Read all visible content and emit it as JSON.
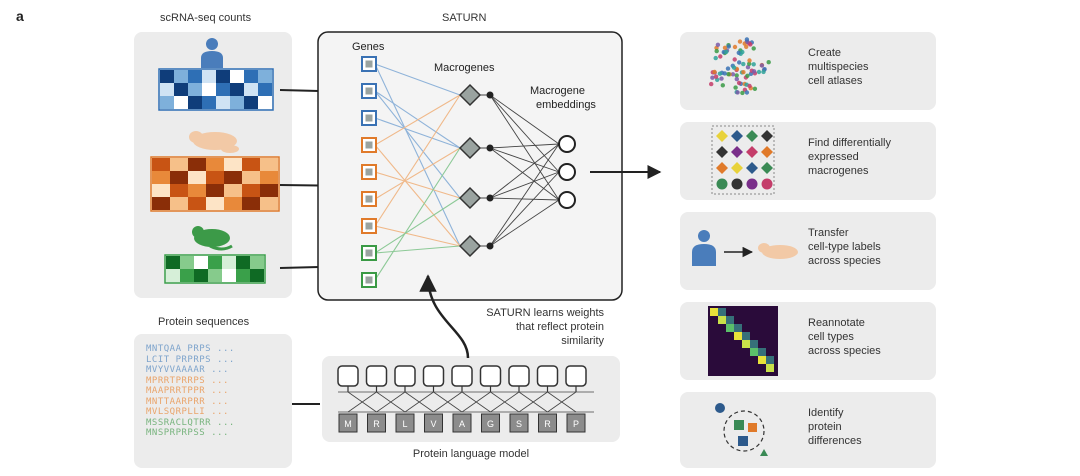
{
  "figure": {
    "panel_letter": "a",
    "titles": {
      "counts": "scRNA-seq counts",
      "model": "SATURN",
      "proteins": "Protein sequences",
      "plm": "Protein language model"
    },
    "model_labels": {
      "genes": "Genes",
      "macrogenes": "Macrogenes",
      "embeddings_line1": "Macrogene",
      "embeddings_line2": "embeddings"
    },
    "annotation": [
      "SATURN learns weights",
      "that reflect protein",
      "similarity"
    ],
    "protein_sequences": [
      "MNTQAA PRPS  ...",
      "LCIT PRPRPS  ...",
      "MVYVVAAAAR  ...",
      "MPRRTPRRPS  ...",
      "MAAPRRTPPR  ...",
      "MNTTAARPRR  ...",
      "MVLSQRPLLI  ...",
      "MSSRACLQTRR  ...",
      "MNSPRPRPSS  ..."
    ],
    "amino_acids": [
      "M",
      "R",
      "L",
      "V",
      "A",
      "G",
      "S",
      "R",
      "P"
    ],
    "outputs": [
      {
        "lines": [
          "Create",
          "multispecies",
          "cell atlases"
        ]
      },
      {
        "lines": [
          "Find differentially",
          "expressed",
          "macrogenes"
        ]
      },
      {
        "lines": [
          "Transfer",
          "cell-type labels",
          "across species"
        ]
      },
      {
        "lines": [
          "Reannotate",
          "cell types",
          "across species"
        ]
      },
      {
        "lines": [
          "Identify",
          "protein",
          "differences"
        ]
      }
    ],
    "colors": {
      "human": "#3a72b4",
      "frog": "#e07a2a",
      "zebrafish": "#3a9a45",
      "panel_bg": "#ececec",
      "node": "#9aa3a0"
    }
  }
}
